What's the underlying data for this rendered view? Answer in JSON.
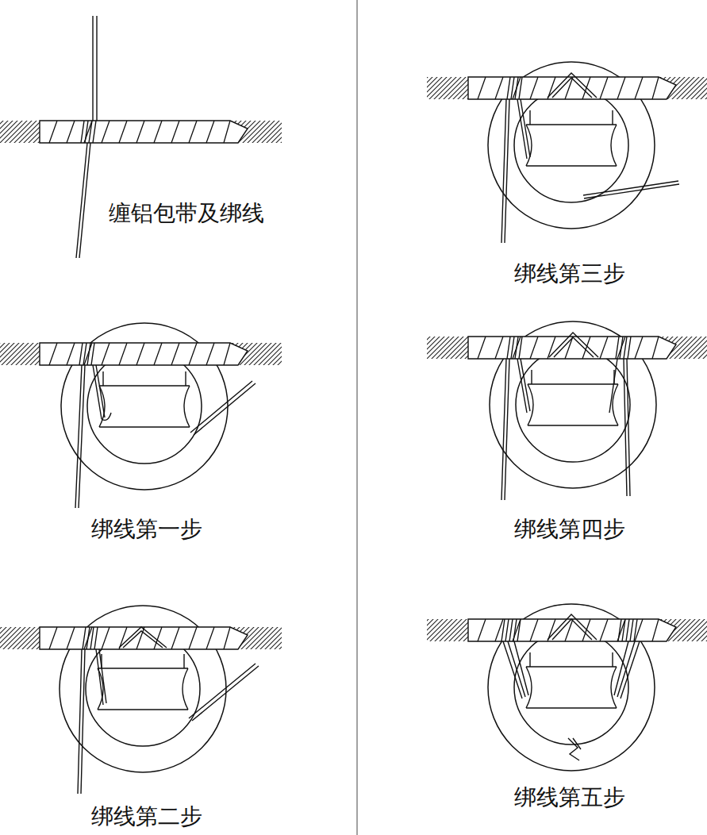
{
  "diagram": {
    "labels": [
      "缠铝包带及绑线",
      "绑线第一步",
      "绑线第二步",
      "绑线第三步",
      "绑线第四步",
      "绑线第五步"
    ]
  }
}
